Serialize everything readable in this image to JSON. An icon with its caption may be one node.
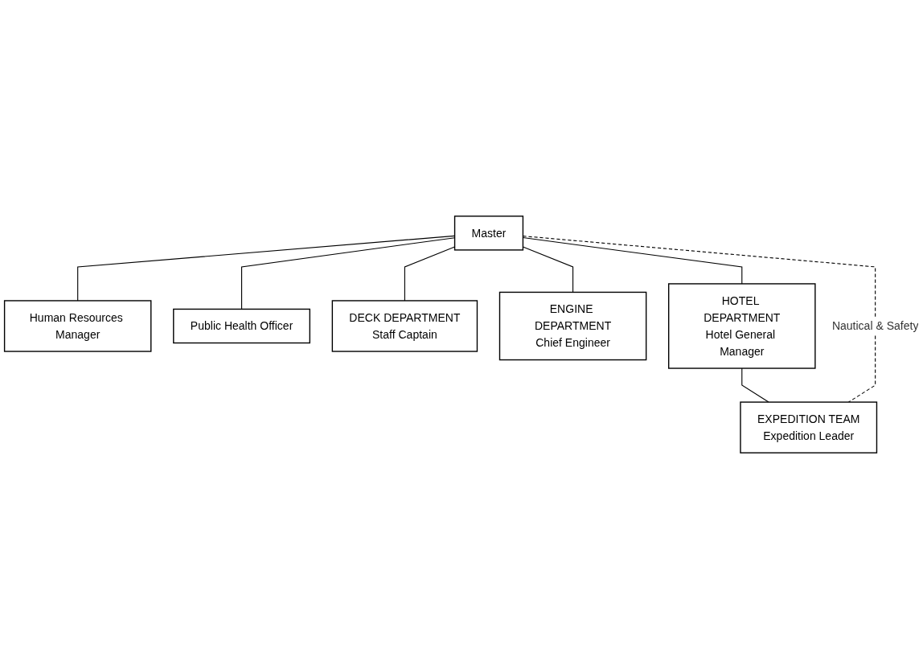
{
  "diagram": {
    "nodes": [
      {
        "text": [
          "Master"
        ]
      },
      {
        "text": [
          "Human Resources Manager"
        ]
      },
      {
        "text": [
          "Public Health Officer"
        ]
      },
      {
        "text": [
          "DECK DEPARTMENT",
          "Staff Captain"
        ]
      },
      {
        "text": [
          "ENGINE DEPARTMENT",
          "Chief Engineer"
        ]
      },
      {
        "text": [
          "HOTEL DEPARTMENT",
          "Hotel General Manager"
        ]
      },
      {
        "text": [
          "EXPEDITION TEAM",
          "Expedition Leader"
        ]
      }
    ],
    "edges": [
      {
        "from": 0,
        "to": 1,
        "arrow": "none"
      },
      {
        "from": 0,
        "to": 2,
        "arrow": "none"
      },
      {
        "from": 0,
        "to": 3,
        "arrow": "none"
      },
      {
        "from": 0,
        "to": 4,
        "arrow": "none"
      },
      {
        "from": 0,
        "to": 5,
        "arrow": "none"
      },
      {
        "from": 5,
        "to": 6,
        "arrow": "none"
      },
      {
        "from": 0,
        "to": 6,
        "arrow": "none",
        "style": "dashed",
        "label": "Nautical & Safety"
      }
    ]
  }
}
